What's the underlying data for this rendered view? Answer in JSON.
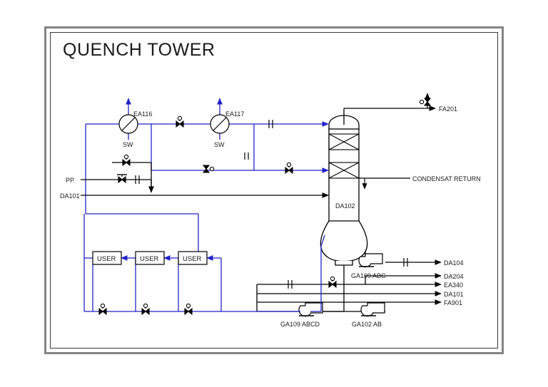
{
  "diagram": {
    "title": "QUENCH TOWER",
    "colors": {
      "process_black": "#000000",
      "process_blue": "#2222cc",
      "frame_outer": "#848484",
      "frame_inner": "#3a3a3a",
      "background": "#ffffff"
    },
    "equipment": [
      {
        "tag": "EA116",
        "type": "heat-exchanger",
        "service": "SW"
      },
      {
        "tag": "EA117",
        "type": "heat-exchanger",
        "service": "SW"
      },
      {
        "tag": "DA102",
        "type": "quench-tower"
      },
      {
        "tag": "GA109 ABC",
        "type": "pump"
      },
      {
        "tag": "GA102 AB",
        "type": "pump"
      },
      {
        "tag": "GA109 ABCD",
        "type": "pump"
      }
    ],
    "exchanger_labels": {
      "ea116": "EA116",
      "ea116_service": "SW",
      "ea117": "EA117",
      "ea117_service": "SW"
    },
    "tower": {
      "tag": "DA102"
    },
    "pumps": {
      "ga109_abc": "GA109 ABC",
      "ga102_ab": "GA102 AB",
      "ga109_abcd": "GA109 ABCD"
    },
    "users": [
      {
        "label": "USER"
      },
      {
        "label": "USER"
      },
      {
        "label": "USER"
      }
    ],
    "inlet_streams": [
      {
        "label": "PP"
      },
      {
        "label": "DA101"
      }
    ],
    "outlet_streams": [
      {
        "label": "FA201"
      },
      {
        "label": "CONDENSAT RETURN"
      },
      {
        "label": "DA104"
      },
      {
        "label": "DA204"
      },
      {
        "label": "EA340"
      },
      {
        "label": "DA101"
      },
      {
        "label": "FA901"
      }
    ],
    "stream_labels": {
      "pp": "PP",
      "da101_in": "DA101",
      "fa201": "FA201",
      "condensat_return": "CONDENSAT RETURN",
      "da104": "DA104",
      "da204": "DA204",
      "ea340": "EA340",
      "da101_out": "DA101",
      "fa901": "FA901"
    }
  }
}
